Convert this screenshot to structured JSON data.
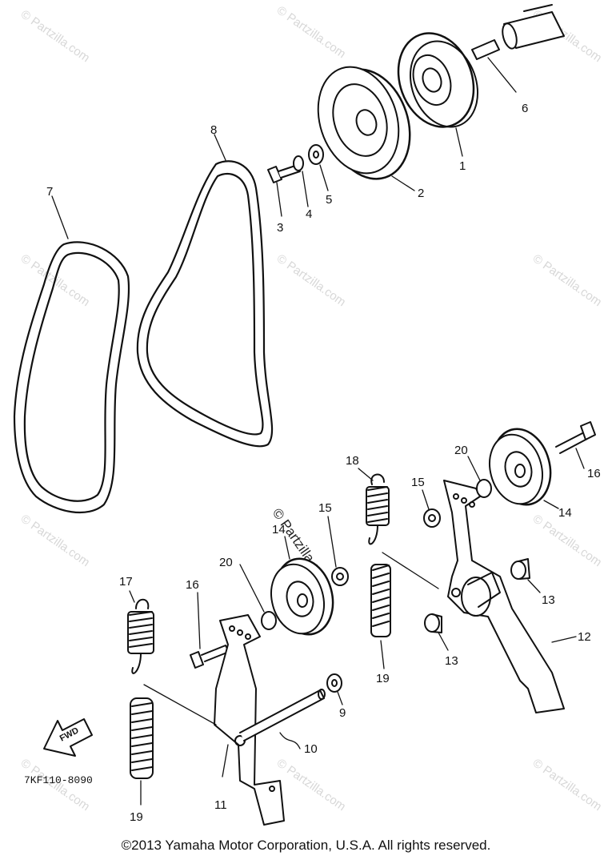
{
  "watermark": {
    "text": "© Partzilla.com",
    "center_text": "© Partzilla.com"
  },
  "diagram_code": "7KF110-8090",
  "fwd_label": "FWD",
  "copyright": "©2013  Yamaha Motor Corporation, U.S.A. All rights reserved.",
  "parts": {
    "p1": "1",
    "p2": "2",
    "p3": "3",
    "p4": "4",
    "p5": "5",
    "p6": "6",
    "p7": "7",
    "p8": "8",
    "p9": "9",
    "p10": "10",
    "p11": "11",
    "p12": "12",
    "p13a": "13",
    "p13b": "13",
    "p14a": "14",
    "p14b": "14",
    "p15a": "15",
    "p15b": "15",
    "p16a": "16",
    "p16b": "16",
    "p17": "17",
    "p18": "18",
    "p19a": "19",
    "p19b": "19",
    "p20a": "20",
    "p20b": "20"
  }
}
